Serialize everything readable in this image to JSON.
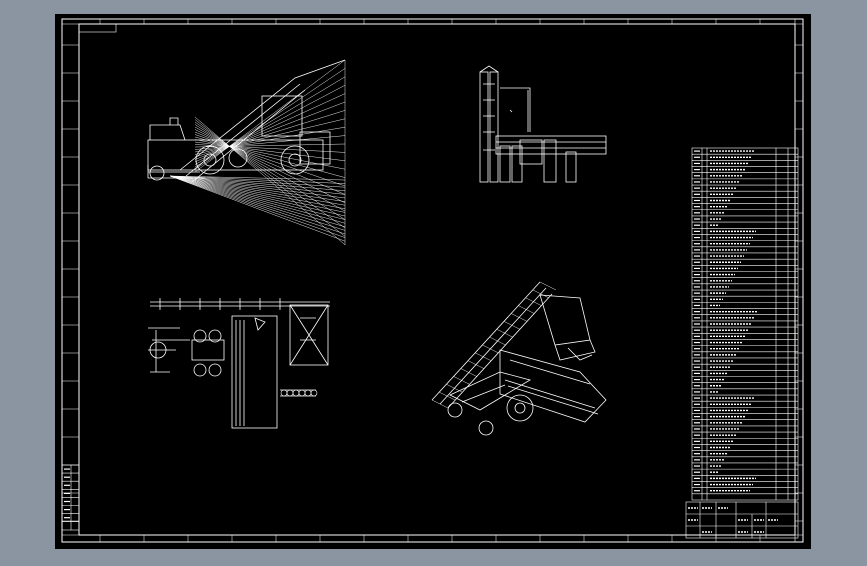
{
  "app": {
    "window_title": "",
    "background_color": "#8b95a1",
    "sheet_color": "#000000",
    "line_color": "#ffffff"
  },
  "drawing": {
    "views": [
      {
        "name": "side-elevation",
        "kind": "elevation"
      },
      {
        "name": "front-elevation",
        "kind": "elevation"
      },
      {
        "name": "plan-view",
        "kind": "plan"
      },
      {
        "name": "isometric-view",
        "kind": "isometric"
      }
    ],
    "parts_table": {
      "row_count": 57,
      "columns": 5
    },
    "title_block": {
      "rows": 3
    }
  }
}
